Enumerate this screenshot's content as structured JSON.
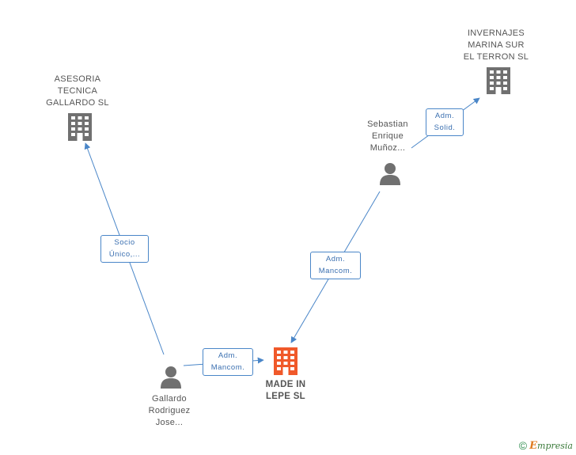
{
  "nodes": {
    "asesoria": {
      "label": "ASESORIA\nTECNICA\nGALLARDO SL",
      "type": "company",
      "color": "#707070"
    },
    "invernajes": {
      "label": "INVERNAJES\nMARINA SUR\nEL TERRON  SL",
      "type": "company",
      "color": "#707070"
    },
    "sebastian": {
      "label": "Sebastian\nEnrique\nMuñoz...",
      "type": "person",
      "color": "#707070"
    },
    "gallardo": {
      "label": "Gallardo\nRodriguez\nJose...",
      "type": "person",
      "color": "#707070"
    },
    "made_in_lepe": {
      "label": "MADE IN\nLEPE  SL",
      "type": "company",
      "color": "#f0592a"
    }
  },
  "edges": {
    "socio": {
      "label": "Socio\nÚnico,..."
    },
    "adm_solid": {
      "label": "Adm.\nSolid."
    },
    "adm_mancom_1": {
      "label": "Adm.\nMancom."
    },
    "adm_mancom_2": {
      "label": "Adm.\nMancom."
    }
  },
  "colors": {
    "edge": "#4a86c8",
    "accent": "#f0592a"
  },
  "footer": {
    "copyright": "©",
    "brand_initial": "E",
    "brand_rest": "mpresia"
  }
}
